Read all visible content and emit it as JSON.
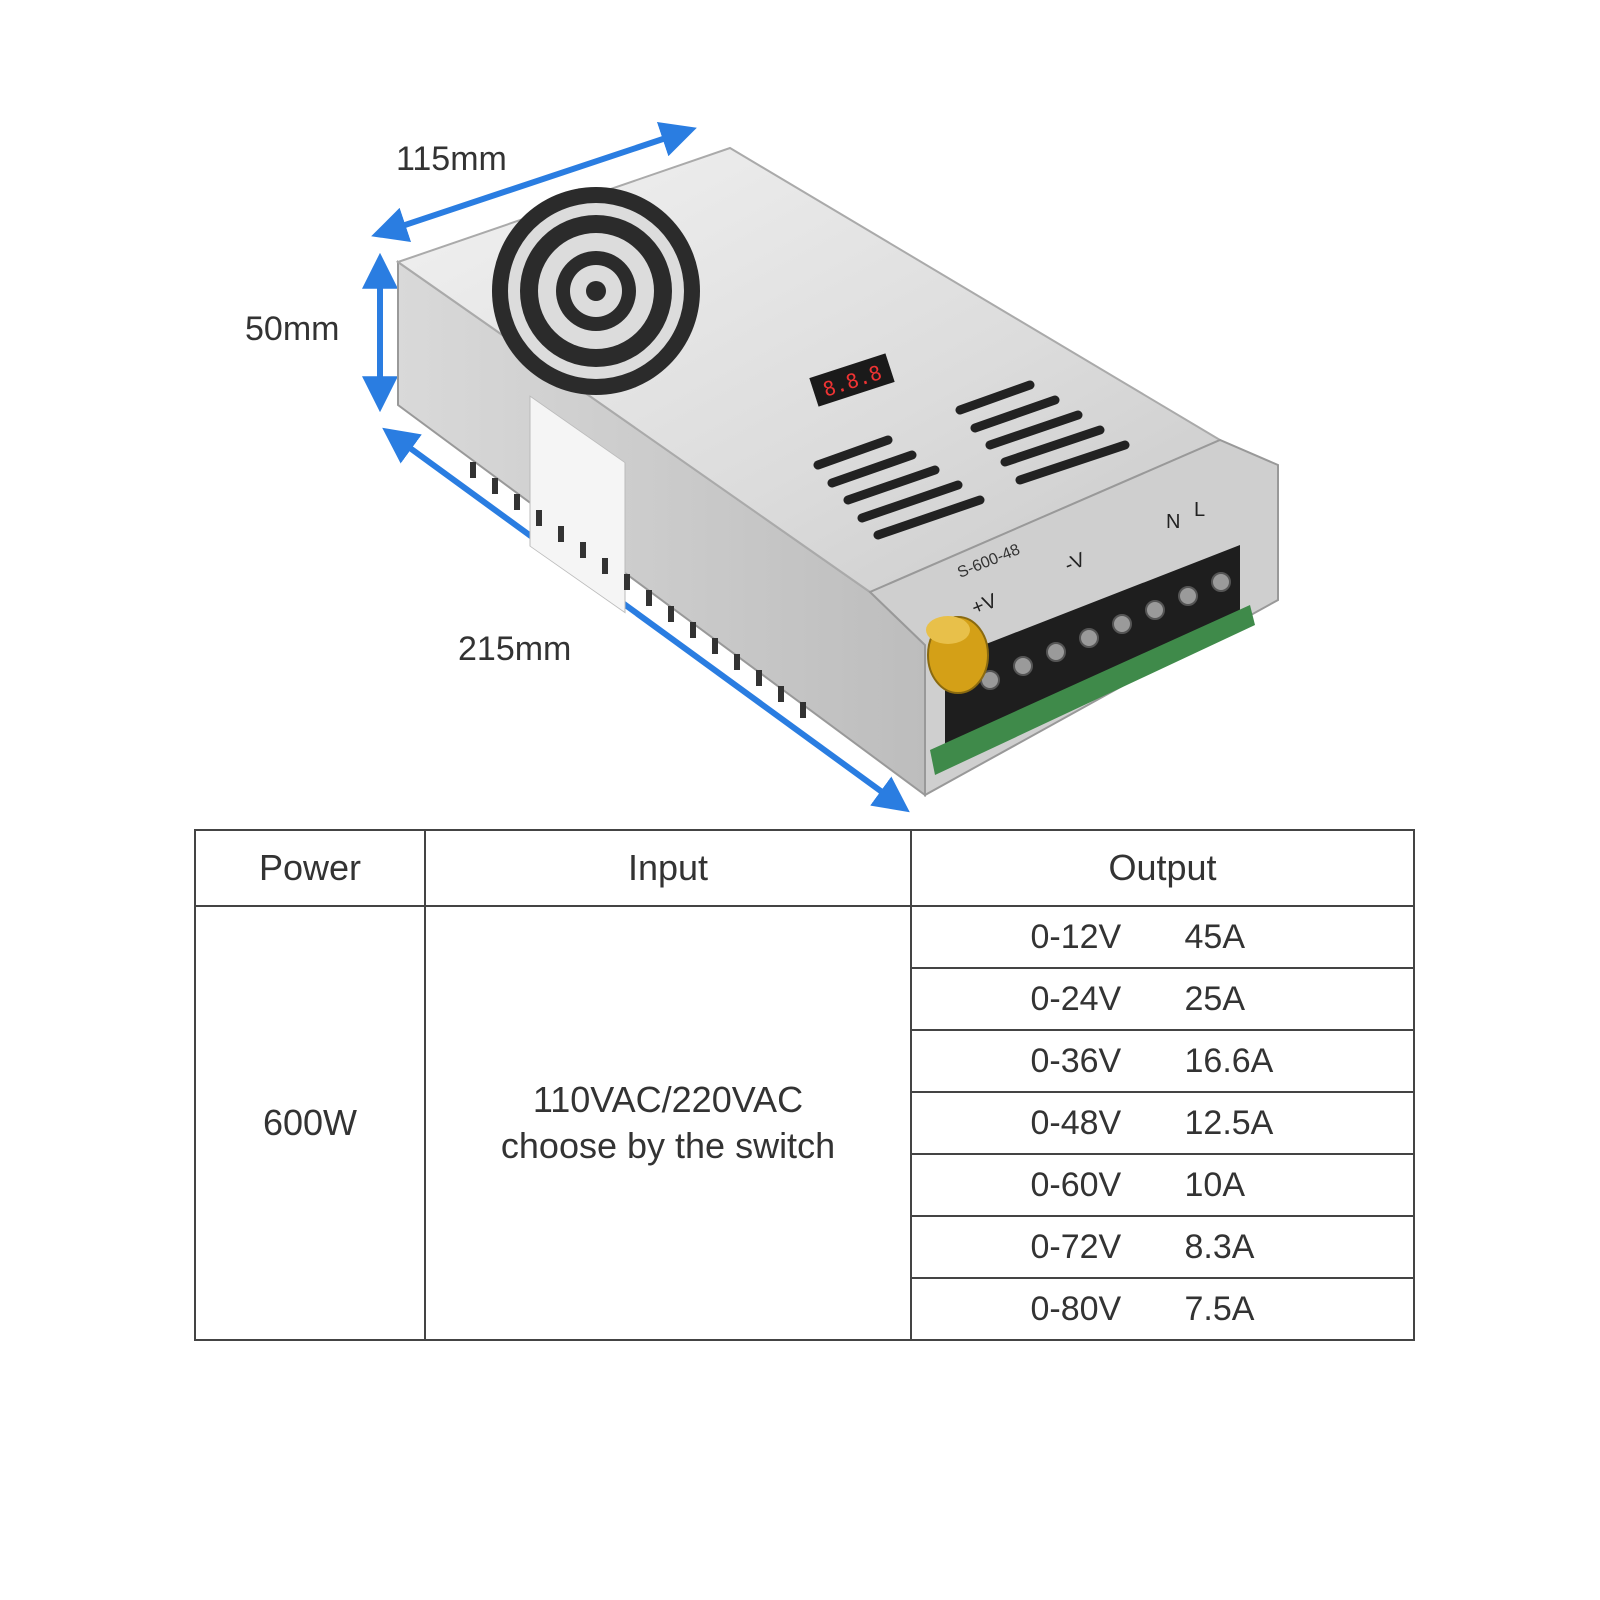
{
  "dimensions": {
    "width_label": "115mm",
    "height_label": "50mm",
    "length_label": "215mm"
  },
  "device": {
    "model_label": "S-600-48",
    "terminal_labels": [
      "+V",
      "-V",
      "N",
      "L"
    ],
    "display_text": "8.8.8",
    "arrow_color": "#2a7de1",
    "case_color": "#e4e4e4",
    "knob_color": "#d4a017"
  },
  "table": {
    "headers": [
      "Power",
      "Input",
      "Output"
    ],
    "power": "600W",
    "input_line1": "110VAC/220VAC",
    "input_line2": "choose by the switch",
    "outputs": [
      {
        "voltage": "0-12V",
        "current": "45A"
      },
      {
        "voltage": "0-24V",
        "current": "25A"
      },
      {
        "voltage": "0-36V",
        "current": "16.6A"
      },
      {
        "voltage": "0-48V",
        "current": "12.5A"
      },
      {
        "voltage": "0-60V",
        "current": "10A"
      },
      {
        "voltage": "0-72V",
        "current": "8.3A"
      },
      {
        "voltage": "0-80V",
        "current": "7.5A"
      }
    ]
  }
}
